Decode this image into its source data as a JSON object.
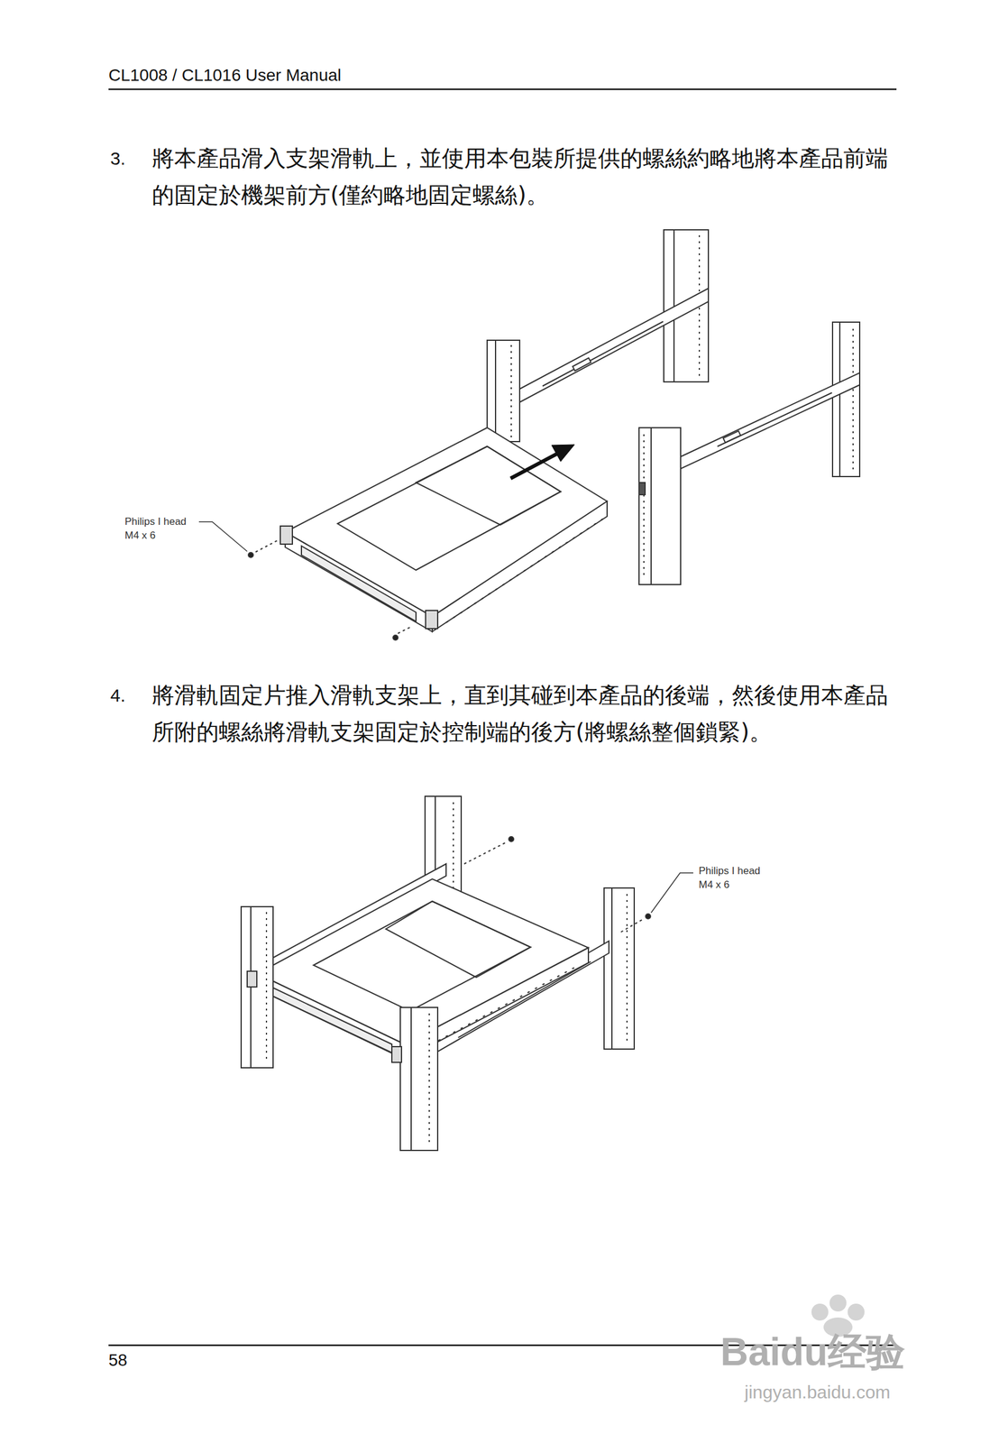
{
  "diagram": {
    "labels": [
      "CL1008 / CL1016 User Manual",
      "3.",
      "將本產品滑入支架滑軌上，並使用本包裝所提供的螺絲約略地將本產品前端的固定於機架前方(僅約略地固定螺絲)。",
      "Philips I head",
      "M4 x 6",
      "4.",
      "將滑軌固定片推入滑軌支架上，直到其碰到本產品的後端，然後使用本產品所附的螺絲將滑軌支架固定於控制端的後方(將螺絲整個鎖緊)。",
      "Philips I head",
      "M4 x 6",
      "58",
      "Baidu经验",
      "jingyan.baidu.com"
    ]
  }
}
